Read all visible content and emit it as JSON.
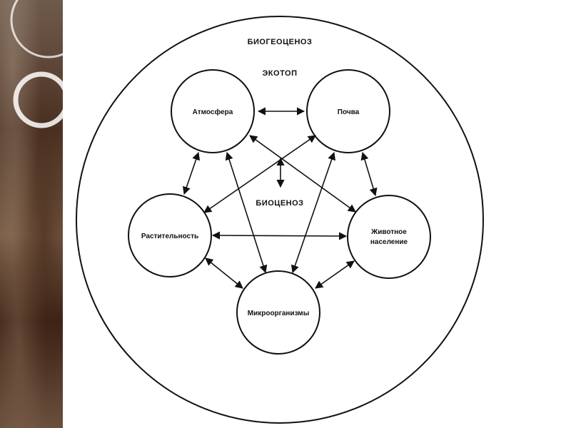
{
  "diagram": {
    "outer_label": "БИОГЕОЦЕНОЗ",
    "ecotope_label": "ЭКОТОП",
    "biocenosis_label": "БИОЦЕНОЗ",
    "nodes": {
      "atmosphere": "Атмосфера",
      "soil": "Почва",
      "vegetation": "Растительность",
      "animals_line1": "Животное",
      "animals_line2": "население",
      "microorganisms": "Микроорганизмы"
    }
  }
}
